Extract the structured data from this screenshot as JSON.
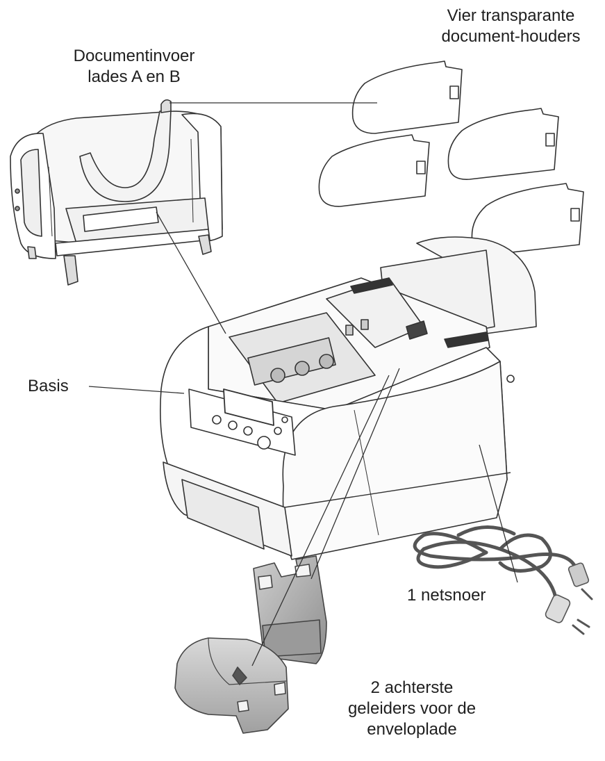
{
  "labels": {
    "document_feeder_trays": {
      "line1": "Documentinvoer",
      "line2": "lades A en B"
    },
    "document_holders": {
      "line1": "Vier transparante",
      "line2": "document-houders"
    },
    "base": "Basis",
    "power_cord": "1 netsnoer",
    "rear_guides": {
      "line1": "2 achterste",
      "line2": "geleiders voor de",
      "line3": "enveloplade"
    }
  }
}
